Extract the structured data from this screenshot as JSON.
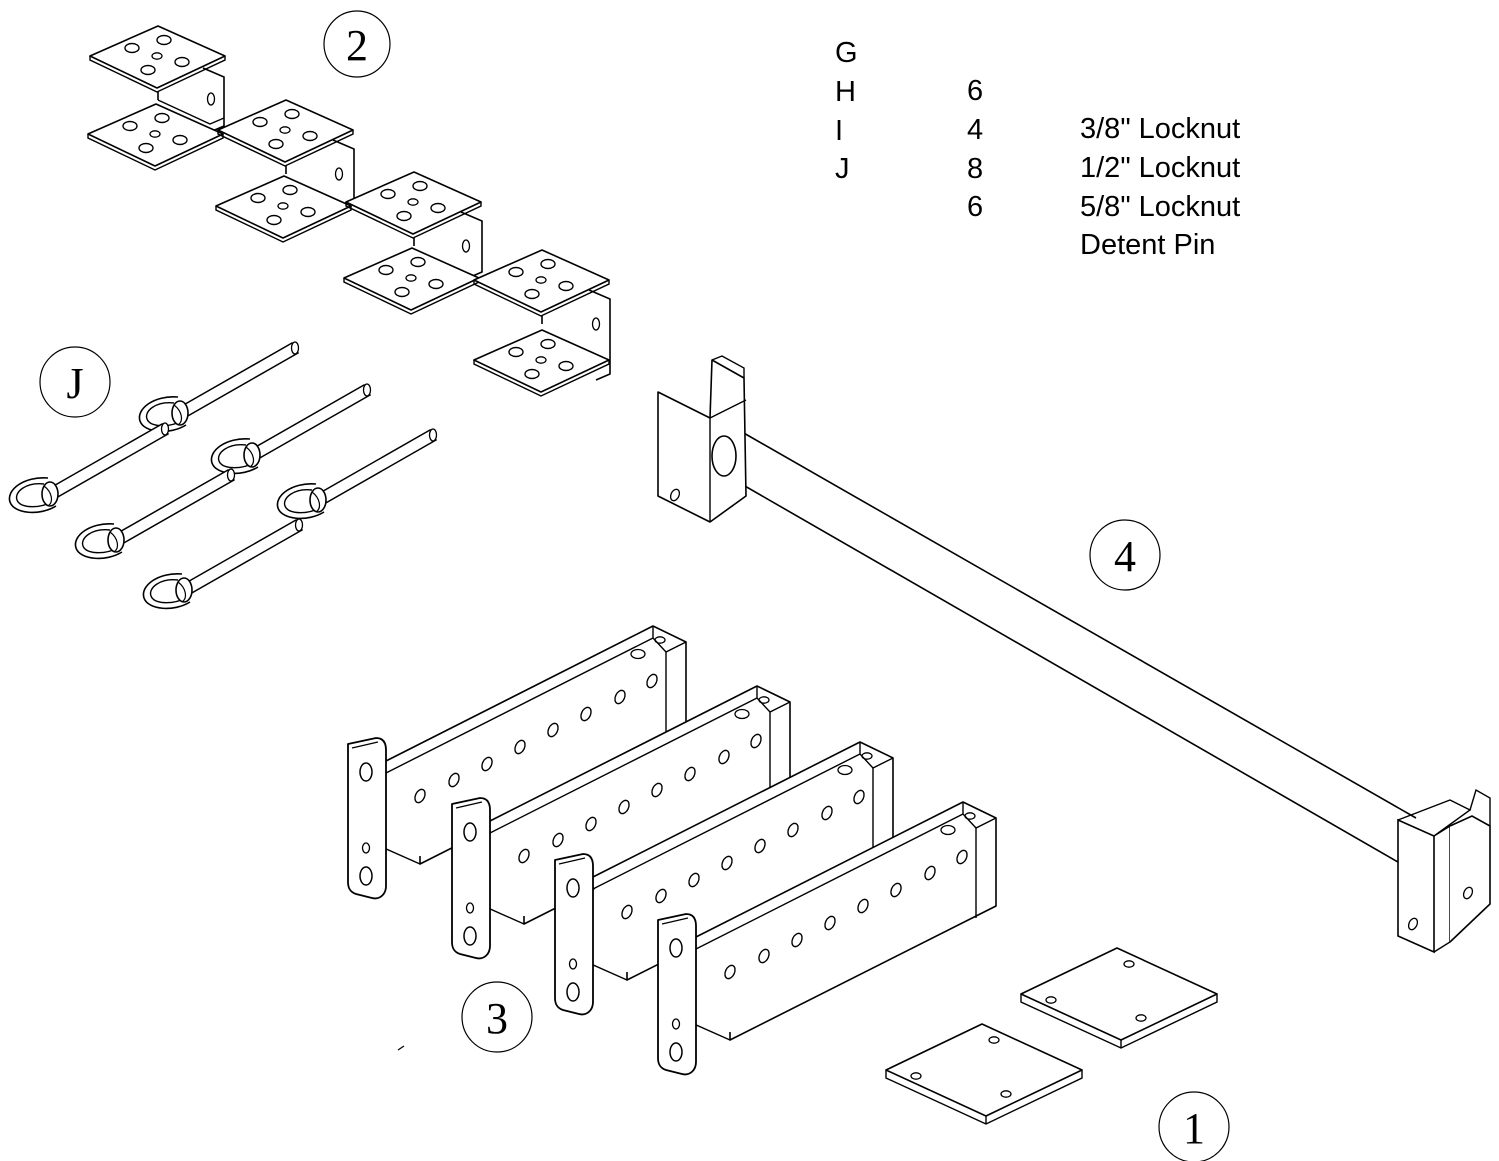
{
  "hardware_list": [
    {
      "letter": "G",
      "qty": "6",
      "description": "3/8\" Locknut"
    },
    {
      "letter": "H",
      "qty": "4",
      "description": "1/2\" Locknut"
    },
    {
      "letter": "I",
      "qty": "8",
      "description": "5/8\" Locknut"
    },
    {
      "letter": "J",
      "qty": "6",
      "description": "Detent Pin"
    }
  ],
  "callouts": {
    "part_1": "1",
    "part_2": "2",
    "part_3": "3",
    "part_4": "4",
    "part_J": "J"
  },
  "colors": {
    "line": "#000000",
    "fill": "#ffffff"
  }
}
